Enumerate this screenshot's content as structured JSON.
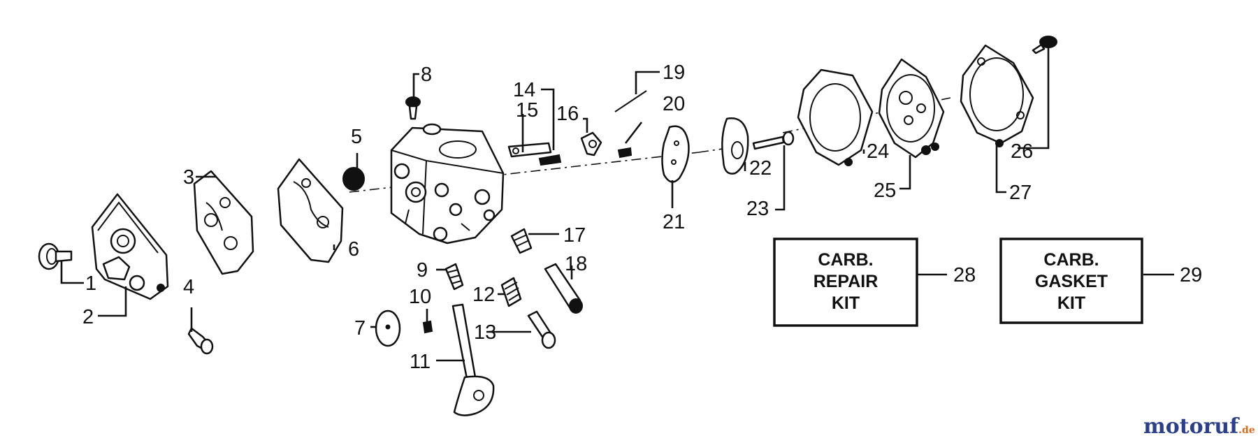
{
  "parts": [
    {
      "id": "p1",
      "label": "1"
    },
    {
      "id": "p2",
      "label": "2"
    },
    {
      "id": "p3",
      "label": "3"
    },
    {
      "id": "p4",
      "label": "4"
    },
    {
      "id": "p5",
      "label": "5"
    },
    {
      "id": "p6",
      "label": "6"
    },
    {
      "id": "p7",
      "label": "7"
    },
    {
      "id": "p8",
      "label": "8"
    },
    {
      "id": "p9",
      "label": "9"
    },
    {
      "id": "p10",
      "label": "10"
    },
    {
      "id": "p11",
      "label": "11"
    },
    {
      "id": "p12",
      "label": "12"
    },
    {
      "id": "p13",
      "label": "13"
    },
    {
      "id": "p14",
      "label": "14"
    },
    {
      "id": "p15",
      "label": "15"
    },
    {
      "id": "p16",
      "label": "16"
    },
    {
      "id": "p17",
      "label": "17"
    },
    {
      "id": "p18",
      "label": "18"
    },
    {
      "id": "p19",
      "label": "19"
    },
    {
      "id": "p20",
      "label": "20"
    },
    {
      "id": "p21",
      "label": "21"
    },
    {
      "id": "p22",
      "label": "22"
    },
    {
      "id": "p23",
      "label": "23"
    },
    {
      "id": "p24",
      "label": "24"
    },
    {
      "id": "p25",
      "label": "25"
    },
    {
      "id": "p26",
      "label": "26"
    },
    {
      "id": "p27",
      "label": "27"
    },
    {
      "id": "p28",
      "label": "28"
    },
    {
      "id": "p29",
      "label": "29"
    }
  ],
  "kits": [
    {
      "lines": [
        "CARB.",
        "REPAIR",
        "KIT"
      ]
    },
    {
      "lines": [
        "CARB.",
        "GASKET",
        "KIT"
      ]
    }
  ],
  "watermark": {
    "main": "motoruf",
    "suffix": ".de",
    "colors": {
      "primary": "#2b3f8c",
      "accent": "#d86a1a"
    }
  }
}
